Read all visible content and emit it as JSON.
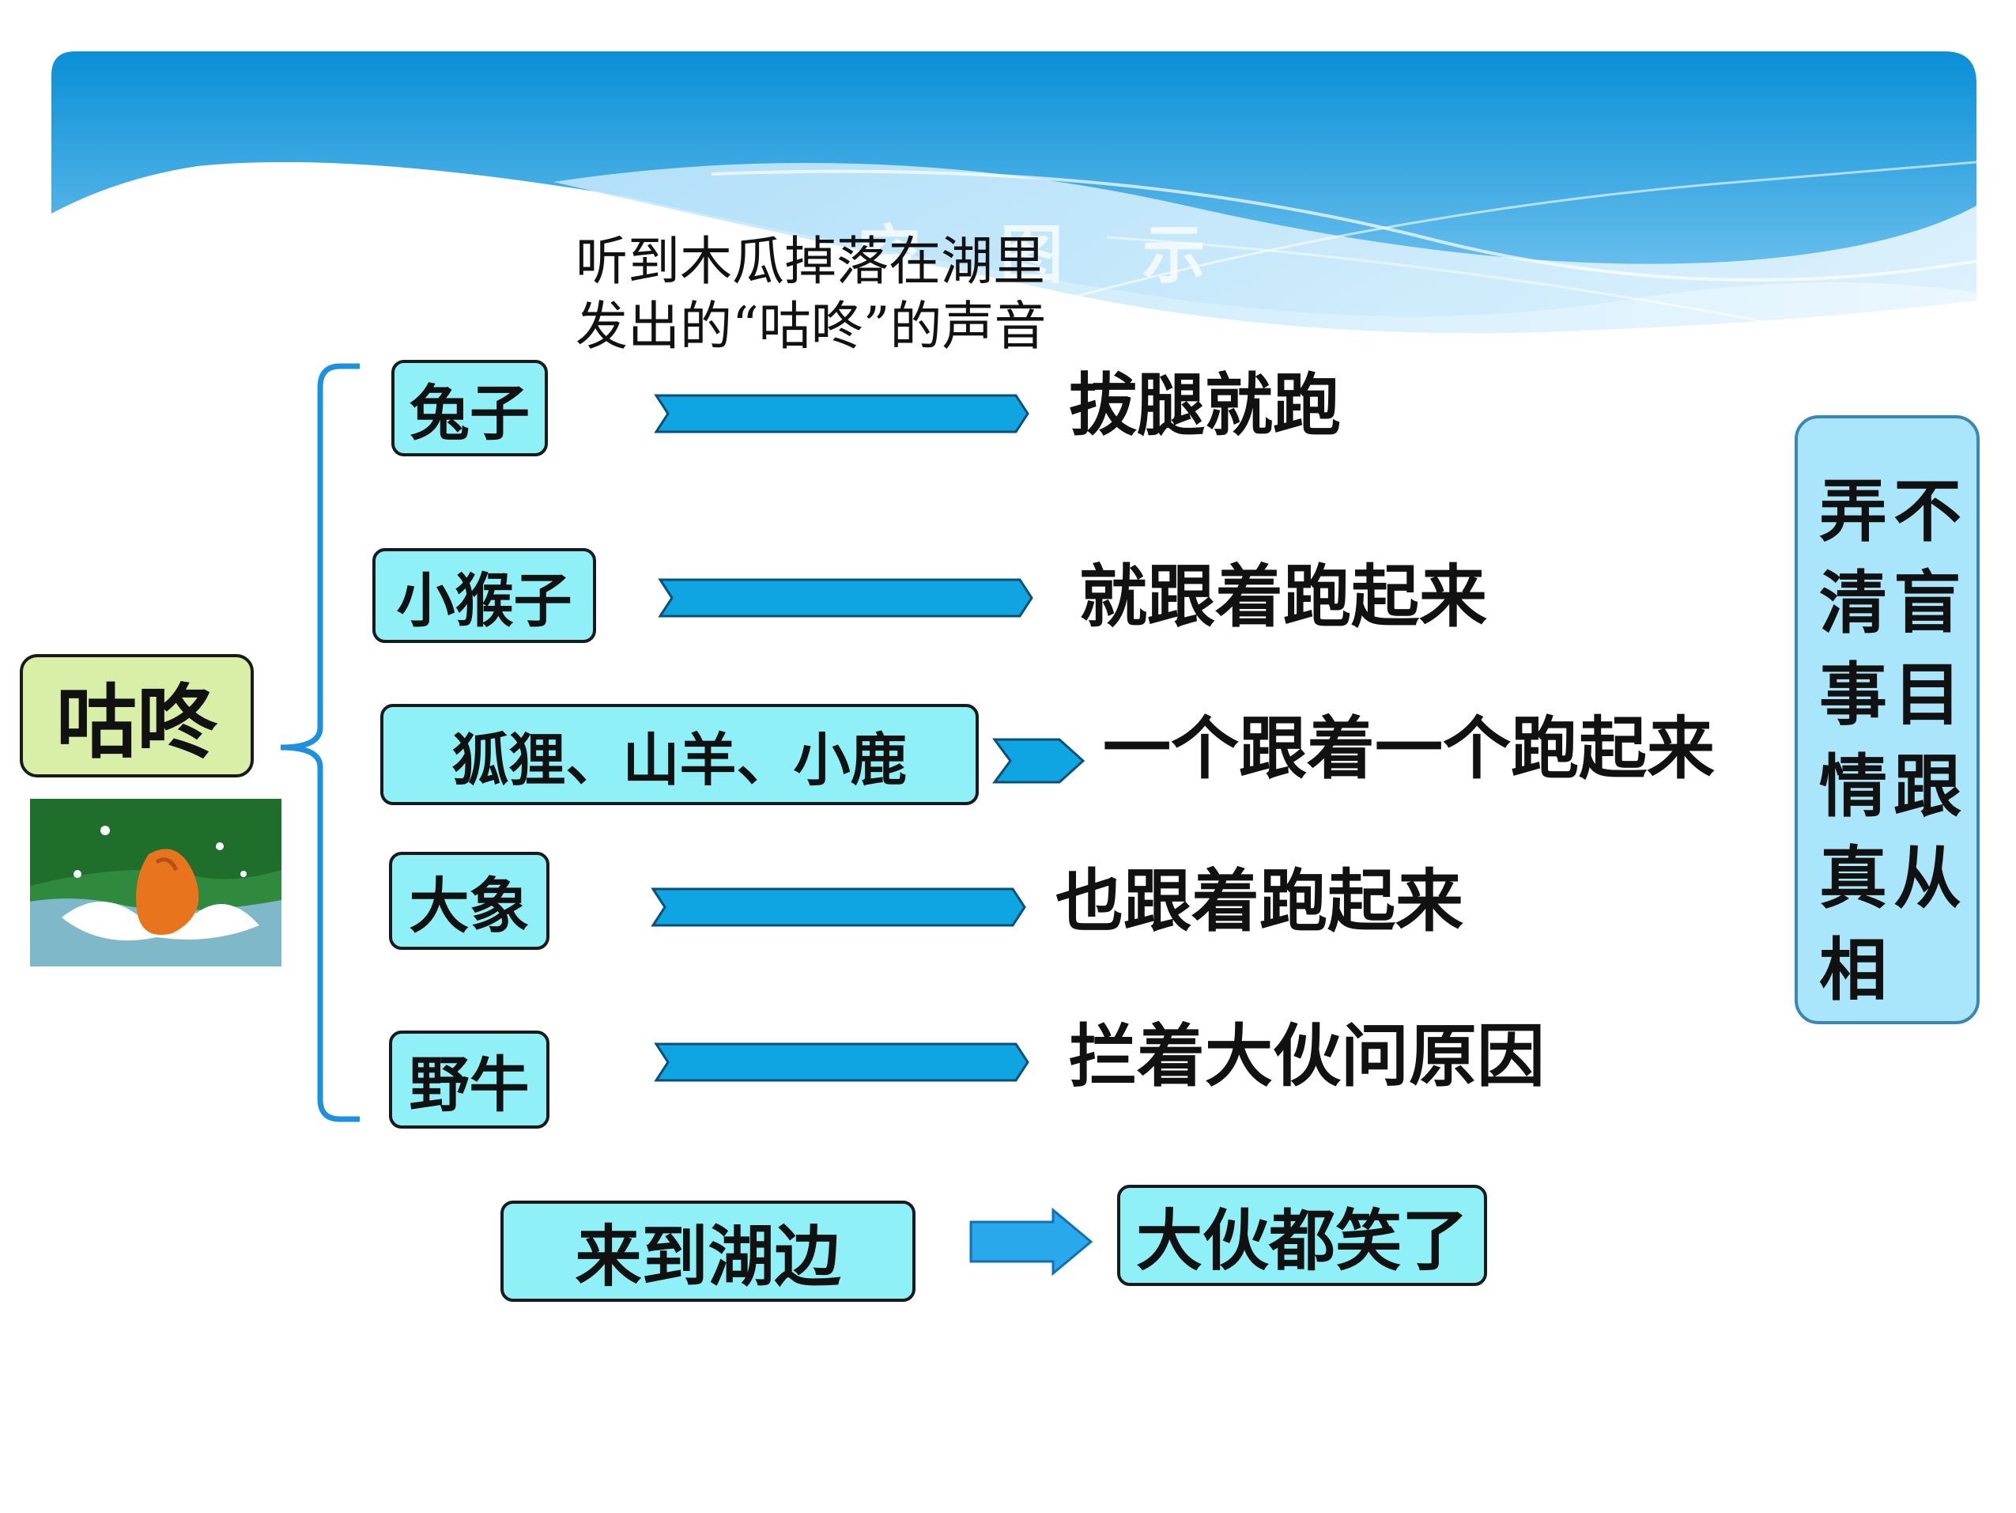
{
  "header": {
    "title": "空 图 示"
  },
  "note": "听到木瓜掉落在湖里\n发出的“咕咚”的声音",
  "source": {
    "label": "咕咚"
  },
  "animals": [
    {
      "name": "兔子",
      "reaction": "拔腿就跑"
    },
    {
      "name": "小猴子",
      "reaction": "就跟着跑起来"
    },
    {
      "name": "狐狸、山羊、小鹿",
      "reaction": "一个跟着一个跑起来"
    },
    {
      "name": "大象",
      "reaction": "也跟着跑起来"
    },
    {
      "name": "野牛",
      "reaction": "拦着大伙问原因"
    }
  ],
  "outcome": {
    "cause": "来到湖边",
    "result": "大伙都笑了"
  },
  "conclusion": {
    "col_right": "不盲目跟从",
    "col_left": "弄清事情真相"
  },
  "colors": {
    "box_fill": "#8ff1f7",
    "arrow_fill": "#0fa5e3",
    "source_fill": "#d9efa8",
    "conclusion_fill": "#a9e6fb"
  },
  "icons": {
    "illustration": "papaya-splash-picture"
  }
}
